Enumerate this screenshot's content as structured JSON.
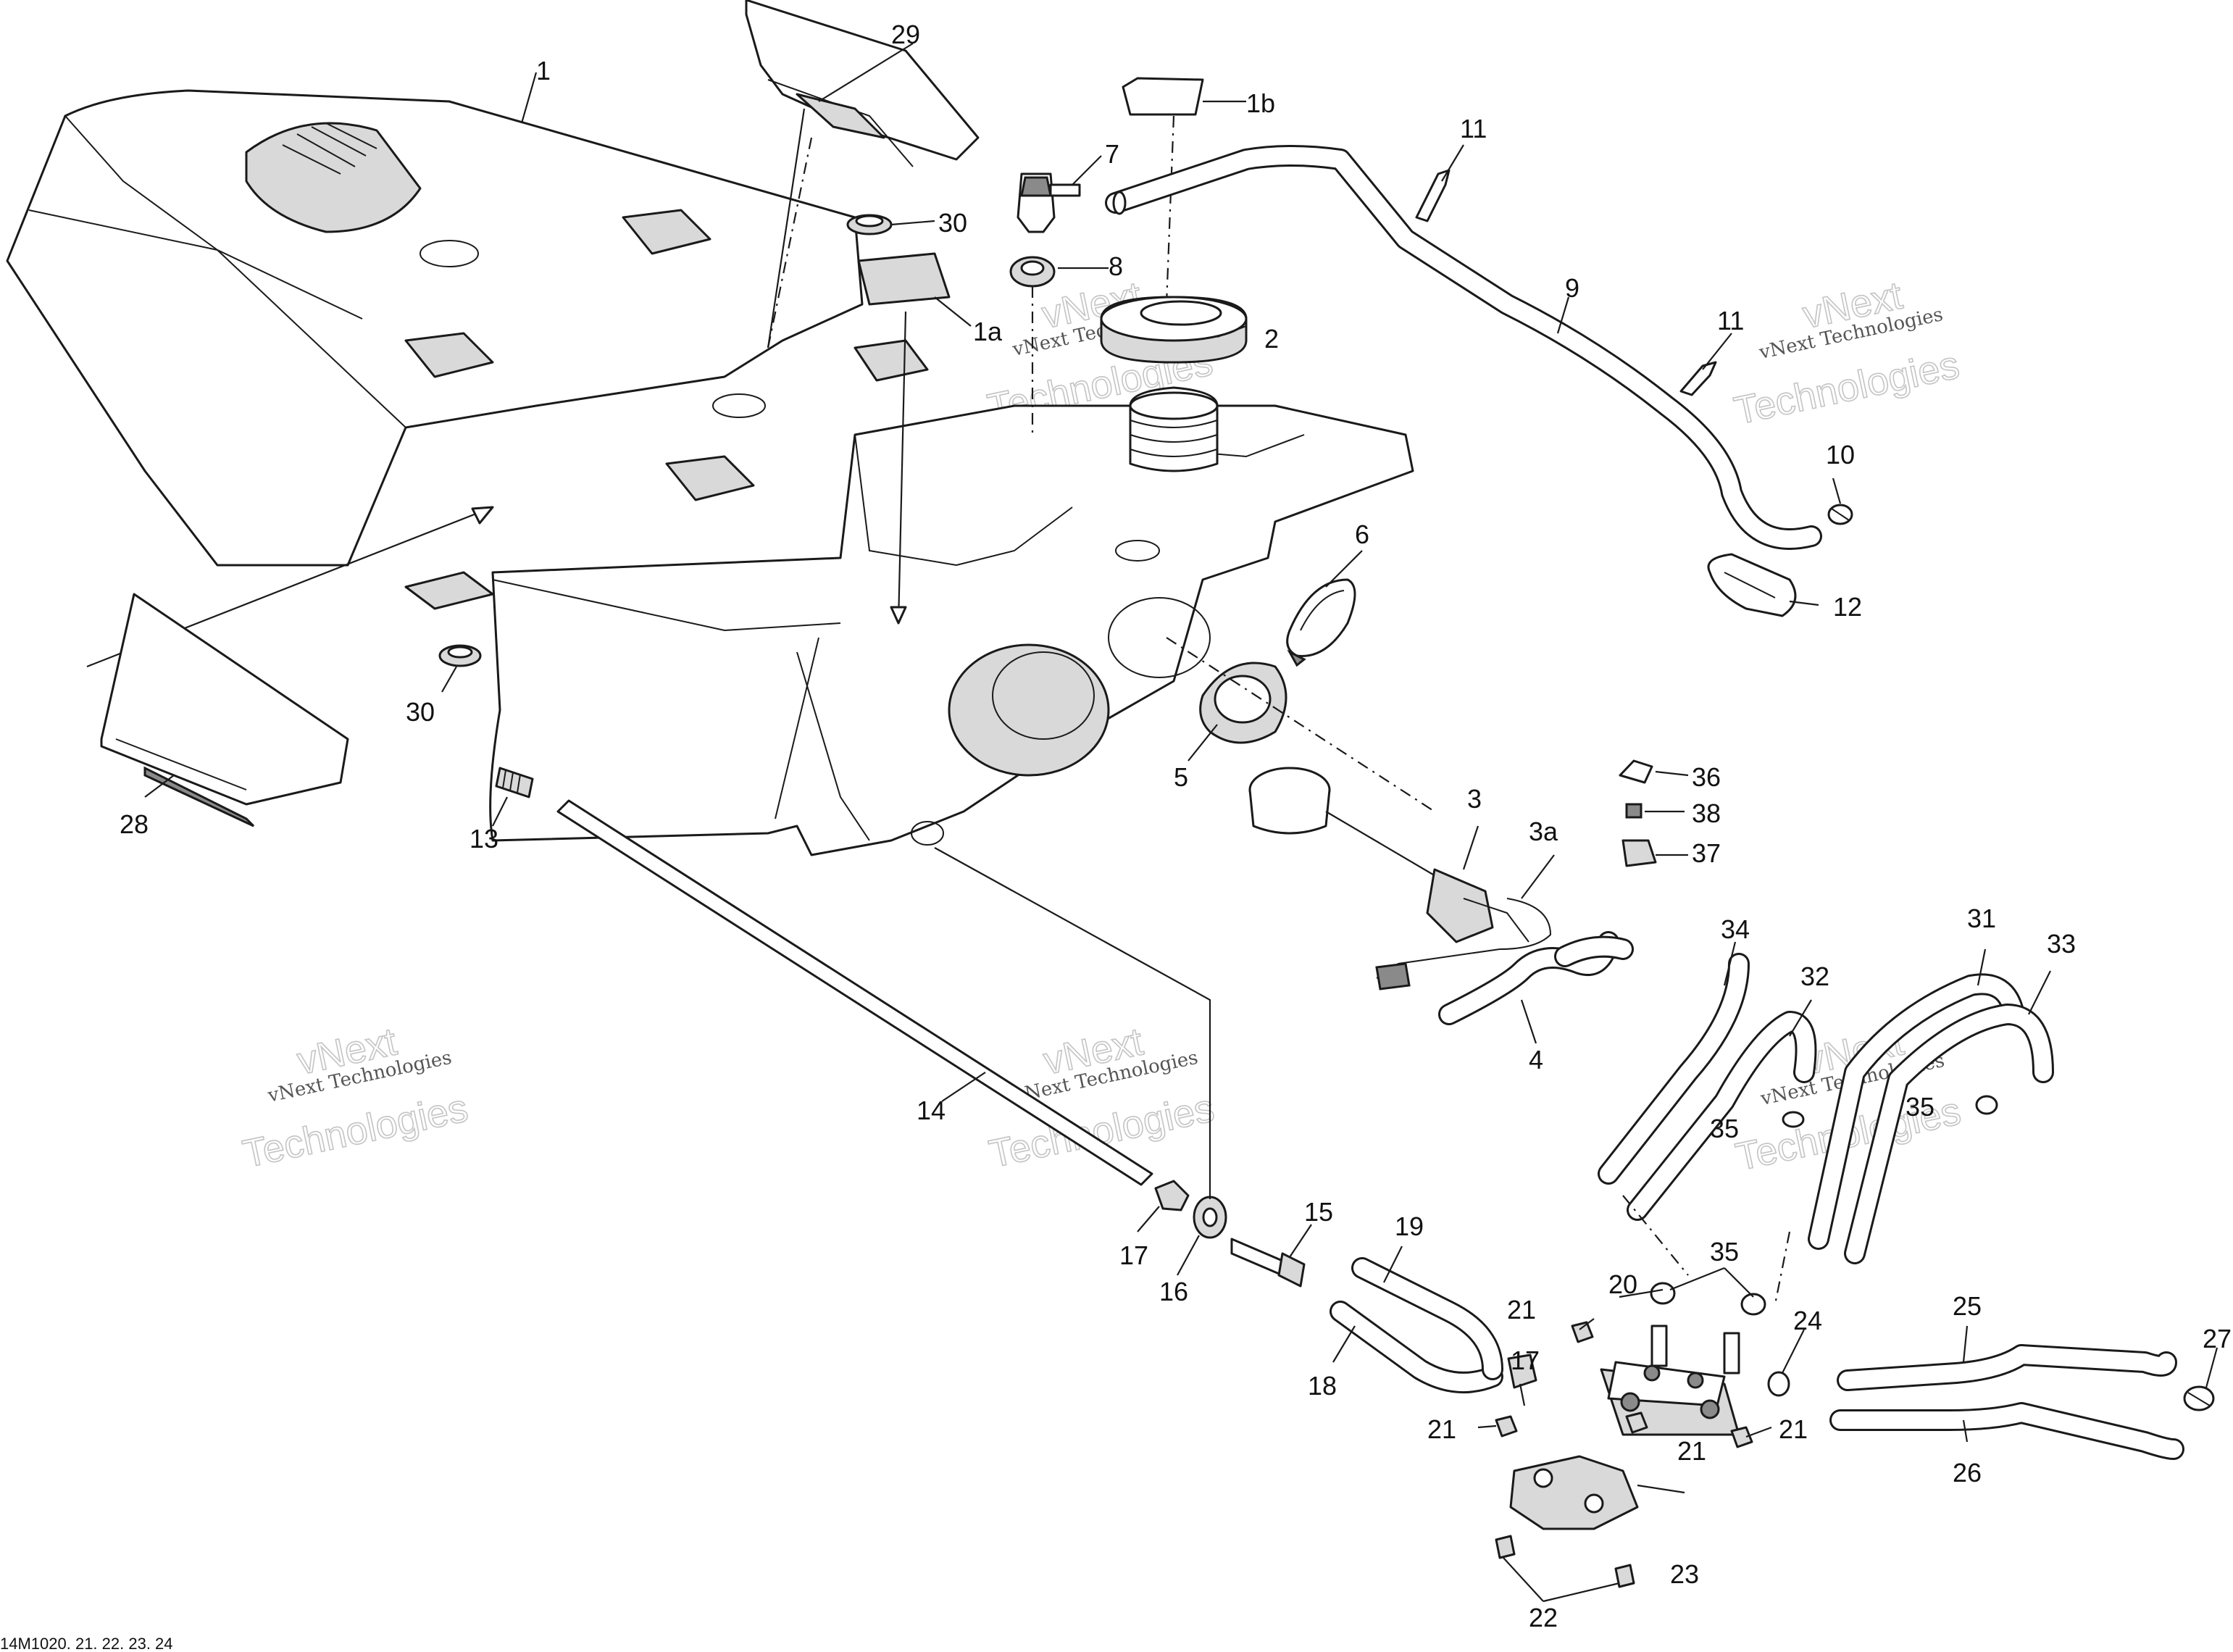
{
  "callouts": {
    "c1": "1",
    "c1a": "1a",
    "c1b": "1b",
    "c2": "2",
    "c3": "3",
    "c3a": "3a",
    "c4": "4",
    "c5": "5",
    "c6": "6",
    "c7": "7",
    "c8": "8",
    "c9": "9",
    "c10": "10",
    "c11a": "11",
    "c11b": "11",
    "c12": "12",
    "c13": "13",
    "c14": "14",
    "c15": "15",
    "c16": "16",
    "c17a": "17",
    "c17b": "17",
    "c18": "18",
    "c19": "19",
    "c20": "20",
    "c21a": "21",
    "c21b": "21",
    "c21c": "21",
    "c21d": "21",
    "c22": "22",
    "c23": "23",
    "c24": "24",
    "c25": "25",
    "c26": "26",
    "c27": "27",
    "c28": "28",
    "c29": "29",
    "c30a": "30",
    "c30b": "30",
    "c31": "31",
    "c32": "32",
    "c33": "33",
    "c34": "34",
    "c35a": "35",
    "c35b": "35",
    "c35c": "35",
    "c36": "36",
    "c37": "37",
    "c38": "38"
  },
  "drawing_id": "14M1020. 21. 22. 23. 24",
  "watermark": {
    "line_small": "vNext Technologies",
    "line_big": "Technologies",
    "line_top": "vNext"
  }
}
